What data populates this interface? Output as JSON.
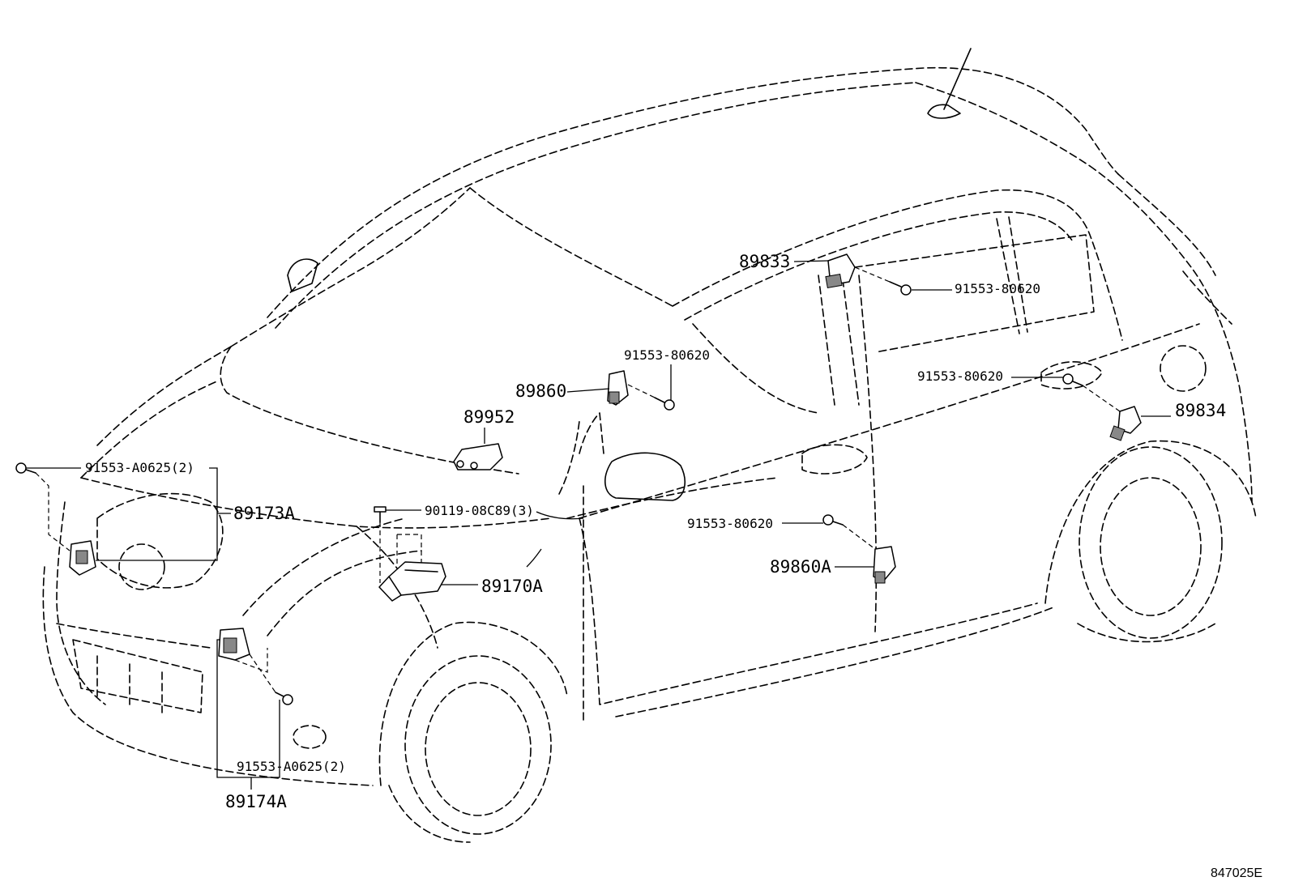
{
  "diagram": {
    "reference_code": "847025E",
    "labels": {
      "p89833": "89833",
      "b91553_80620_a": "91553-80620",
      "b91553_80620_b": "91553-80620",
      "b91553_80620_c": "91553-80620",
      "b91553_80620_d": "91553-80620",
      "p89860": "89860",
      "p89952": "89952",
      "p89834": "89834",
      "b91553_A0625_top": "91553-A0625(2)",
      "p89173A": "89173A",
      "b90119_08C89": "90119-08C89(3)",
      "p89170A": "89170A",
      "p89860A": "89860A",
      "b91553_A0625_bottom": "91553-A0625(2)",
      "p89174A": "89174A"
    }
  }
}
